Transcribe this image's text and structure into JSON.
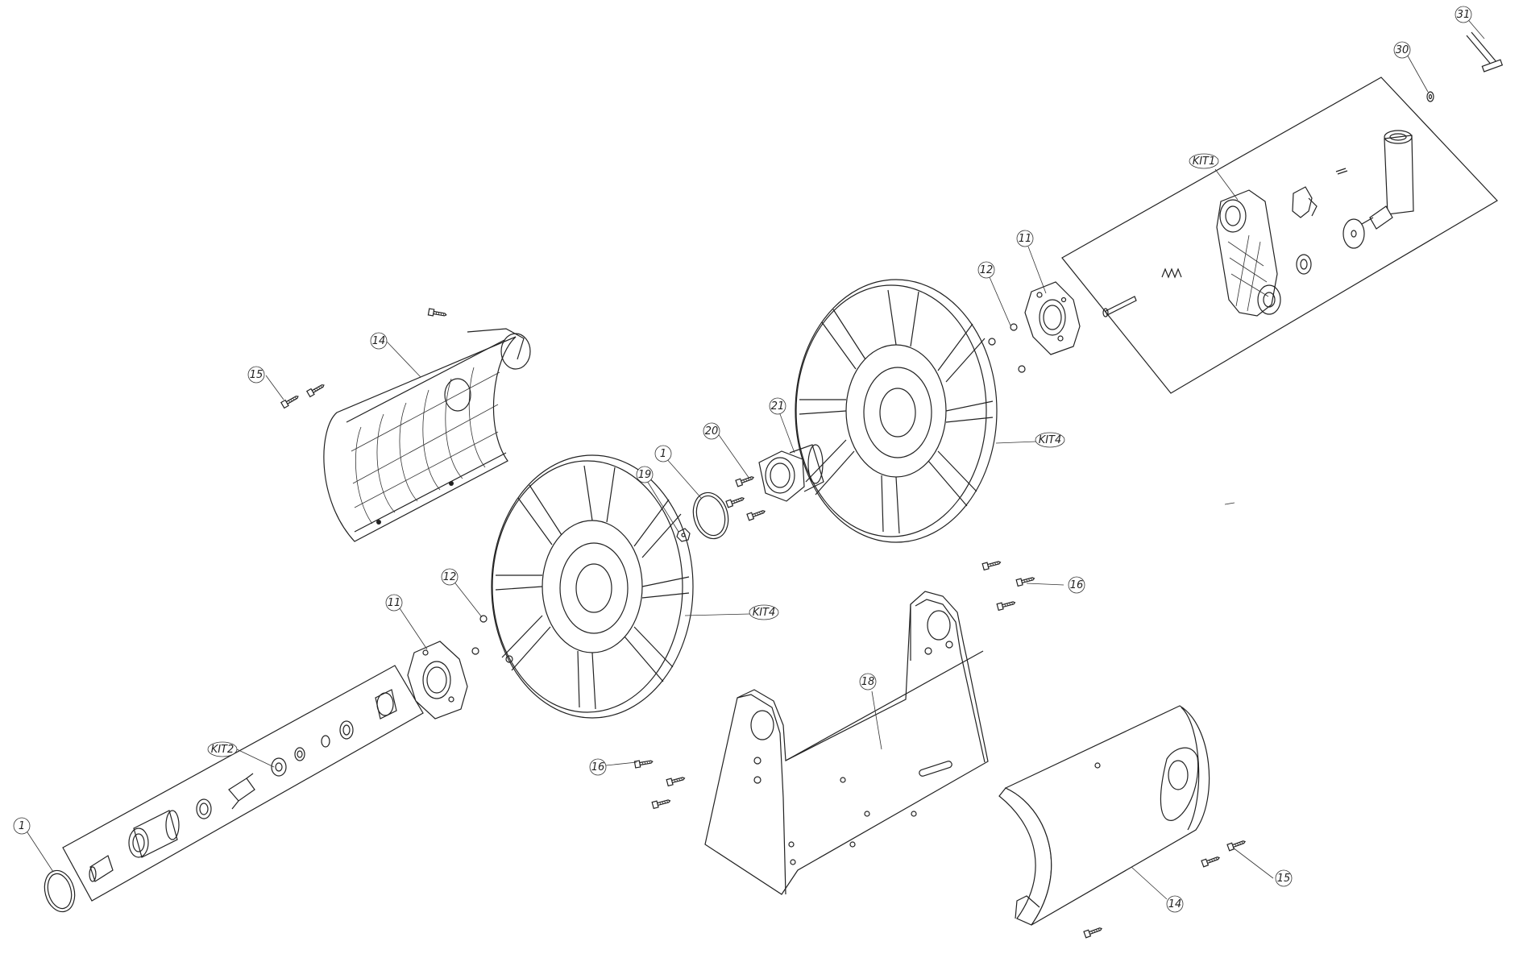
{
  "callouts": {
    "c1a": "1",
    "c1b": "1",
    "c11a": "11",
    "c11b": "11",
    "c12a": "12",
    "c12b": "12",
    "c14a": "14",
    "c14b": "14",
    "c15a": "15",
    "c15b": "15",
    "c16a": "16",
    "c16b": "16",
    "c18": "18",
    "c19": "19",
    "c20": "20",
    "c21": "21",
    "c30": "30",
    "c31": "31",
    "kit1": "KIT1",
    "kit2": "KIT2",
    "kit4a": "KIT4",
    "kit4b": "KIT4"
  },
  "colors": {
    "line": "#222222",
    "background": "#ffffff"
  }
}
